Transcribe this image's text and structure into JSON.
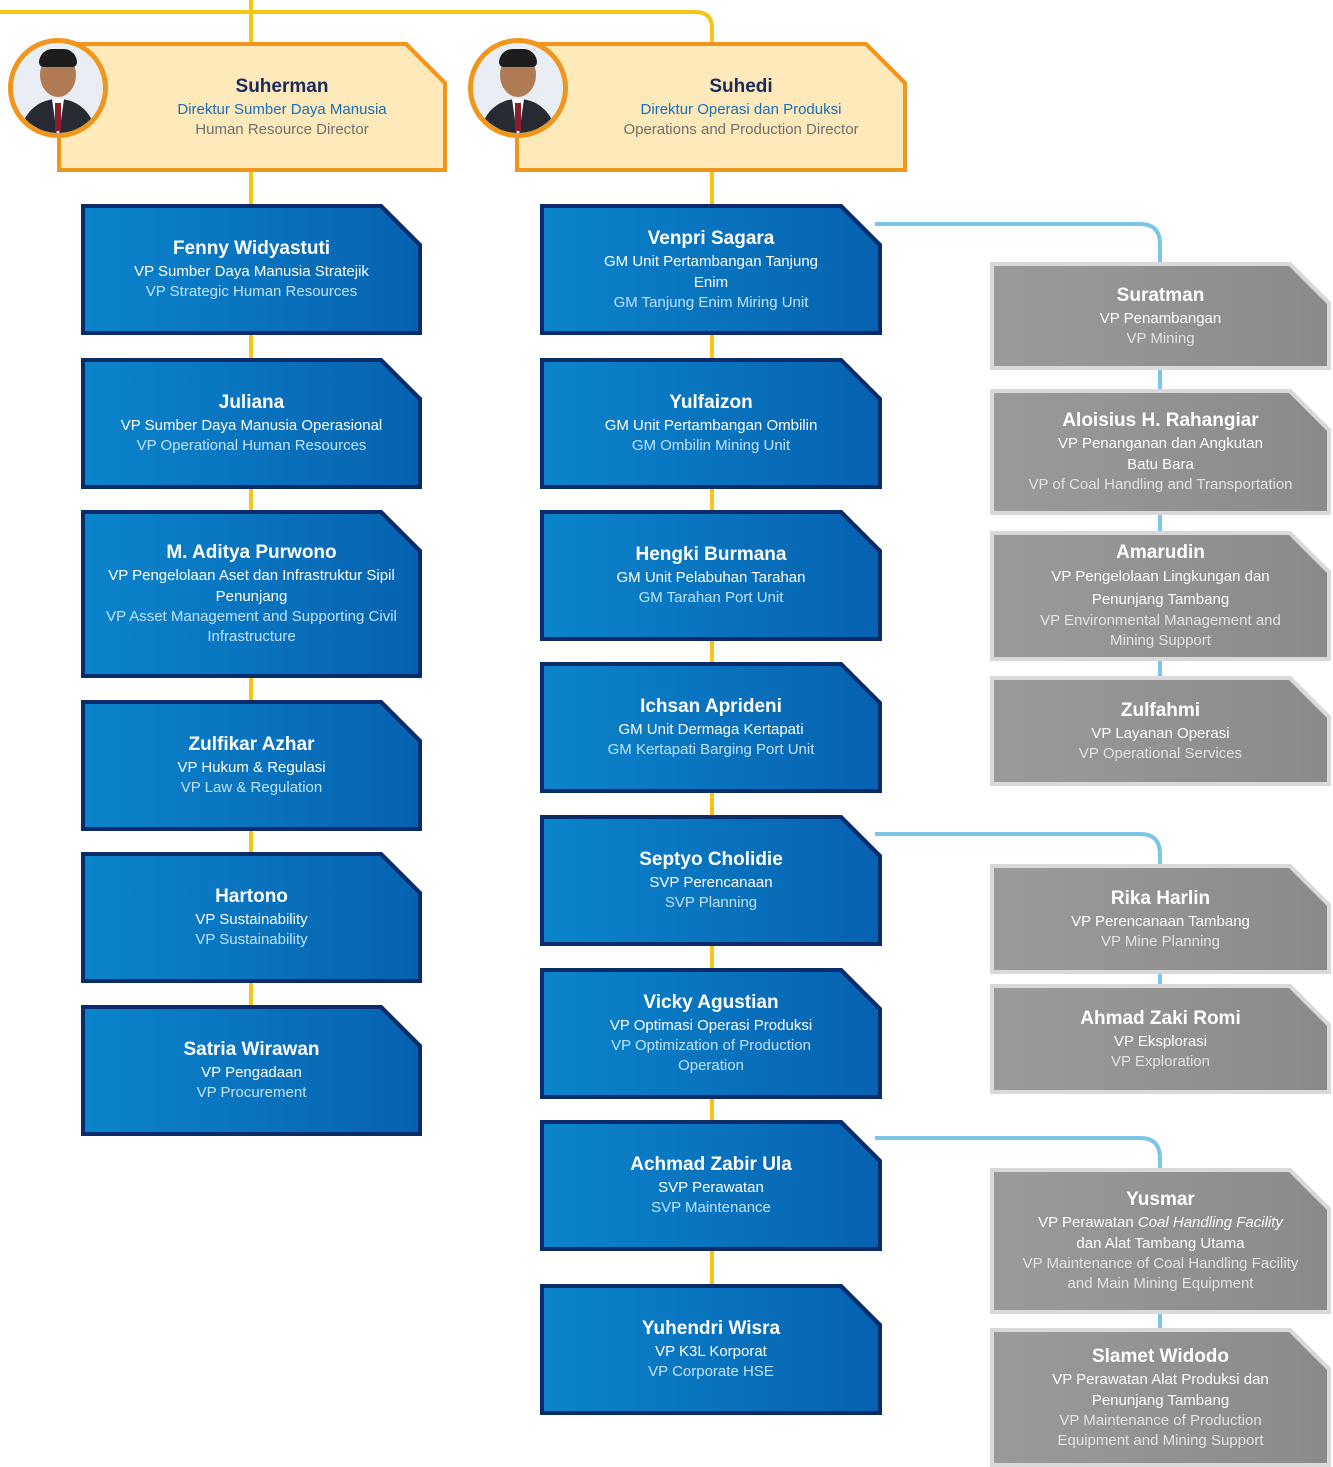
{
  "directors": [
    {
      "name": "Suherman",
      "title_id": "Direktur Sumber Daya Manusia",
      "title_en": "Human Resource Director",
      "photo": "avatar-photo"
    },
    {
      "name": "Suhedi",
      "title_id": "Direktur Operasi dan Produksi",
      "title_en": "Operations and Production Director",
      "photo": "avatar-photo"
    }
  ],
  "hr_column": [
    {
      "name": "Fenny Widyastuti",
      "title_id": "VP Sumber Daya Manusia Stratejik",
      "title_en": "VP Strategic Human Resources"
    },
    {
      "name": "Juliana",
      "title_id": "VP Sumber Daya Manusia Operasional",
      "title_en": "VP Operational Human Resources"
    },
    {
      "name": "M. Aditya Purwono",
      "title_id": "VP Pengelolaan Aset dan Infrastruktur Sipil Penunjang",
      "title_en": "VP Asset Management and Supporting Civil Infrastructure"
    },
    {
      "name": "Zulfikar Azhar",
      "title_id": "VP Hukum & Regulasi",
      "title_en": "VP Law & Regulation"
    },
    {
      "name": "Hartono",
      "title_id": "VP Sustainability",
      "title_en": "VP Sustainability"
    },
    {
      "name": "Satria Wirawan",
      "title_id": "VP Pengadaan",
      "title_en": "VP Procurement"
    }
  ],
  "ops_column": [
    {
      "name": "Venpri Sagara",
      "title_id": "GM Unit Pertambangan Tanjung Enim",
      "title_en": "GM Tanjung Enim Miring Unit"
    },
    {
      "name": "Yulfaizon",
      "title_id": "GM Unit Pertambangan Ombilin",
      "title_en": "GM Ombilin Mining Unit"
    },
    {
      "name": "Hengki Burmana",
      "title_id": "GM Unit Pelabuhan Tarahan",
      "title_en": "GM Tarahan Port Unit"
    },
    {
      "name": "Ichsan Aprideni",
      "title_id": "GM Unit Dermaga Kertapati",
      "title_en": "GM Kertapati Barging Port Unit"
    },
    {
      "name": "Septyo Cholidie",
      "title_id": "SVP Perencanaan",
      "title_en": "SVP Planning"
    },
    {
      "name": "Vicky Agustian",
      "title_id": "VP Optimasi Operasi Produksi",
      "title_en": "VP Optimization of Production Operation"
    },
    {
      "name": "Achmad Zabir Ula",
      "title_id": "SVP Perawatan",
      "title_en": "SVP Maintenance"
    },
    {
      "name": "Yuhendri Wisra",
      "title_id": "VP K3L Korporat",
      "title_en": "VP Corporate HSE"
    }
  ],
  "sub_column": [
    {
      "name": "Suratman",
      "title_id": "VP Penambangan",
      "title_en": "VP Mining"
    },
    {
      "name": "Aloisius H. Rahangiar",
      "title_id": "VP Penanganan dan Angkutan Batu Bara",
      "title_en": "VP of Coal Handling and Transportation"
    },
    {
      "name": "Amarudin",
      "title_id": "VP Pengelolaan Lingkungan dan Penunjang Tambang",
      "title_en": "VP Environmental Management and Mining Support"
    },
    {
      "name": "Zulfahmi",
      "title_id": "VP Layanan Operasi",
      "title_en": "VP Operational Services"
    },
    {
      "name": "Rika Harlin",
      "title_id": "VP Perencanaan Tambang",
      "title_en": "VP Mine Planning"
    },
    {
      "name": "Ahmad Zaki Romi",
      "title_id": "VP Eksplorasi",
      "title_en": "VP Exploration"
    },
    {
      "name": "Yusmar",
      "title_id_pre": "VP Perawatan ",
      "title_id_em": "Coal Handling Facility",
      "title_id_post": "dan Alat Tambang Utama",
      "title_en": "VP Maintenance of Coal Handling Facility and Main Mining Equipment"
    },
    {
      "name": "Slamet Widodo",
      "title_id": "VP Perawatan Alat Produksi dan Penunjang Tambang",
      "title_en": "VP Maintenance of Production Equipment and Mining Support"
    }
  ],
  "colors": {
    "connector_gold": "#f5c518",
    "connector_blue": "#7cc4ea",
    "director_border": "#f0961c",
    "director_fill": "#fde9b9",
    "card_blue": "#0a75c2",
    "card_grey": "#949494"
  }
}
